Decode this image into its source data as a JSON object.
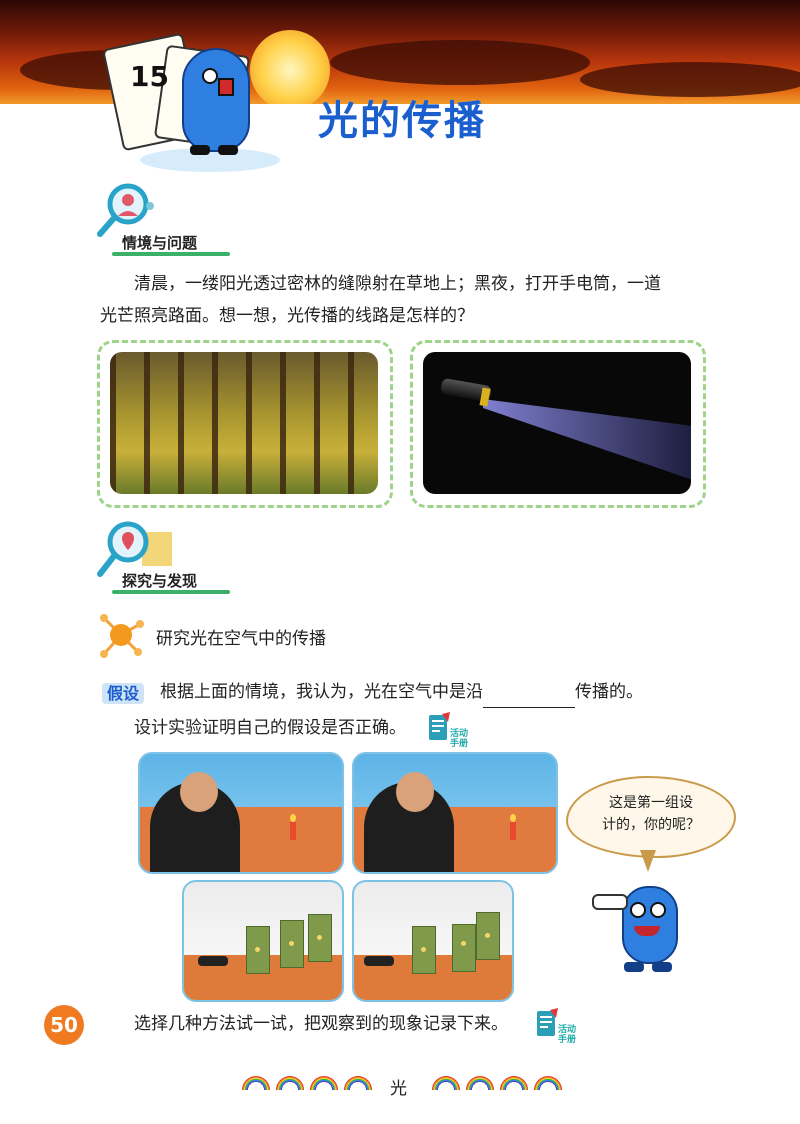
{
  "header": {
    "lesson_number": "15",
    "title": "光的传播"
  },
  "section1": {
    "label": "情境与问题",
    "paragraph_line1": "清晨，一缕阳光透过密林的缝隙射在草地上；黑夜，打开手电筒，一道",
    "paragraph_line2": "光芒照亮路面。想一想，光传播的线路是怎样的？"
  },
  "section2": {
    "label": "探究与发现"
  },
  "activity": {
    "title": "研究光在空气中的传播"
  },
  "hypothesis": {
    "tag": "假设",
    "text_before": "根据上面的情境，我认为，光在空气中是沿",
    "text_after": "传播的。",
    "design_line": "设计实验证明自己的假设是否正确。"
  },
  "handbook_icon": {
    "line1": "活动",
    "line2": "手册"
  },
  "speech_bubble": {
    "line1": "这是第一组设",
    "line2": "计的，你的呢？"
  },
  "bottom_line": "选择几种方法试一试，把观察到的现象记录下来。",
  "page_number": "50",
  "footer": {
    "unit": "光"
  },
  "colors": {
    "title_blue": "#1b5fcf",
    "accent_green": "#3ab06b",
    "page_orange": "#ef7a21",
    "frame_green": "#9fd38a"
  }
}
